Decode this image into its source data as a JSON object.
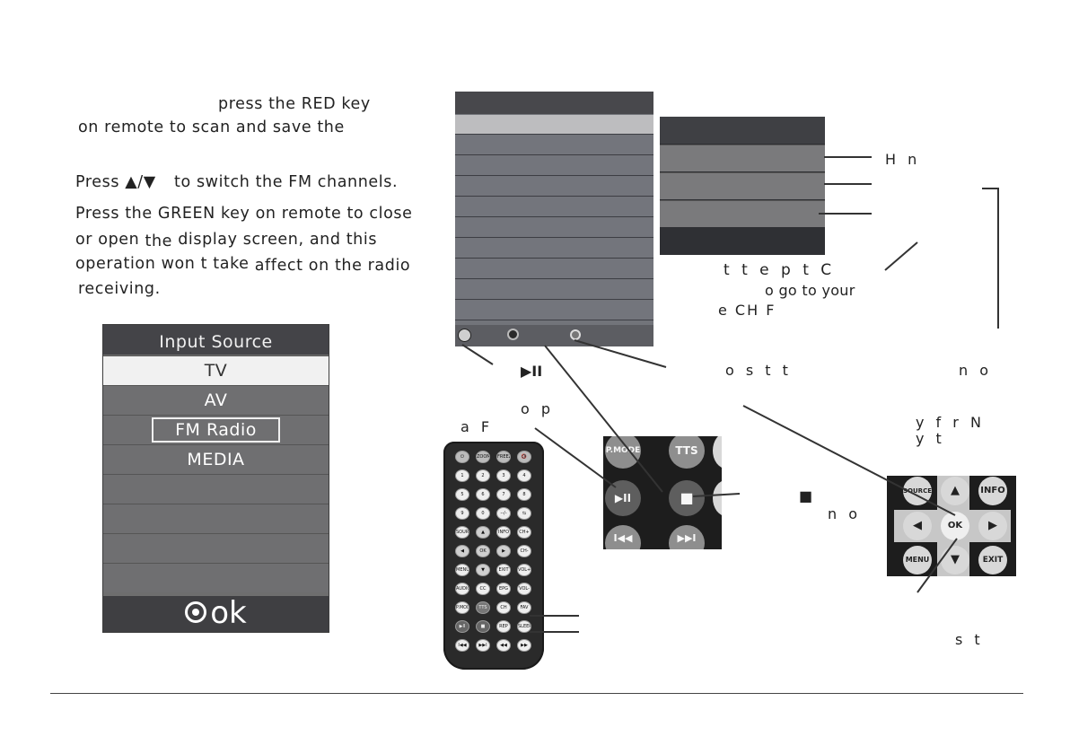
{
  "instructions": {
    "line1": "press  the  RED  key",
    "line2": "on  remote  to  scan  and  save  the",
    "line3_pre": "Press",
    "line3_sym": "▲/▼",
    "line3_post": "to  switch  the  FM  channels.",
    "line4": "Press  the  GREEN  key  on  remote  to  close",
    "line5_a": "or  open",
    "line5_b": "the",
    "line5_c": "display  screen,  and  this",
    "line6_a": "operation  won t  take",
    "line6_b": "affect  on  the  radio",
    "line7": "receiving."
  },
  "input_menu": {
    "title": "Input Source",
    "items": [
      "TV",
      "AV",
      "FM Radio",
      "MEDIA",
      "",
      "",
      "",
      ""
    ],
    "selected": "TV",
    "highlighted": "FM Radio",
    "footer": "ok"
  },
  "fragments": {
    "f1": "H n",
    "f2": "t t  e  p       t  C",
    "f3": "o go to your",
    "f4": "e  CH  F",
    "f5": "o s     t t",
    "f6": "n o",
    "f7": "o  p",
    "f8": "a  F",
    "f9": "y  f  r  N",
    "f10": "y   t",
    "f11": "n o",
    "f12": "s   t",
    "playpause_symbol": "▶II",
    "stop_symbol": "■"
  },
  "remote": {
    "rows": [
      [
        "⏻",
        "ZOOM",
        "FREEZE",
        "🔇"
      ],
      [
        "1",
        "2",
        "3",
        "4"
      ],
      [
        "5",
        "6",
        "7",
        "8"
      ],
      [
        "9",
        "0",
        "--/-",
        "⇆"
      ],
      [
        "SOURCE",
        "▲",
        "INFO",
        "CH+"
      ],
      [
        "◀",
        "OK",
        "▶",
        "CH-"
      ],
      [
        "MENU",
        "▼",
        "EXIT",
        "VOL+"
      ],
      [
        "AUDIO",
        "CC",
        "EPG",
        "VOL-"
      ],
      [
        "P.MODE",
        "TTS",
        "CH LIST",
        "FAV LIST"
      ],
      [
        "▶II",
        "■",
        "REP",
        "SLEEP"
      ],
      [
        "I◀◀",
        "▶▶I",
        "◀◀",
        "▶▶"
      ]
    ]
  },
  "closeup1": {
    "pmode": "P.MODE",
    "tts": "TTS",
    "play": "▶II",
    "stop": "■",
    "prev": "I◀◀",
    "next": "▶▶I"
  },
  "closeup2": {
    "source": "SOURCE",
    "up": "▲",
    "info": "INFO",
    "left": "◀",
    "ok": "OK",
    "right": "▶",
    "menu": "MENU",
    "down": "▼",
    "exit": "EXIT"
  }
}
